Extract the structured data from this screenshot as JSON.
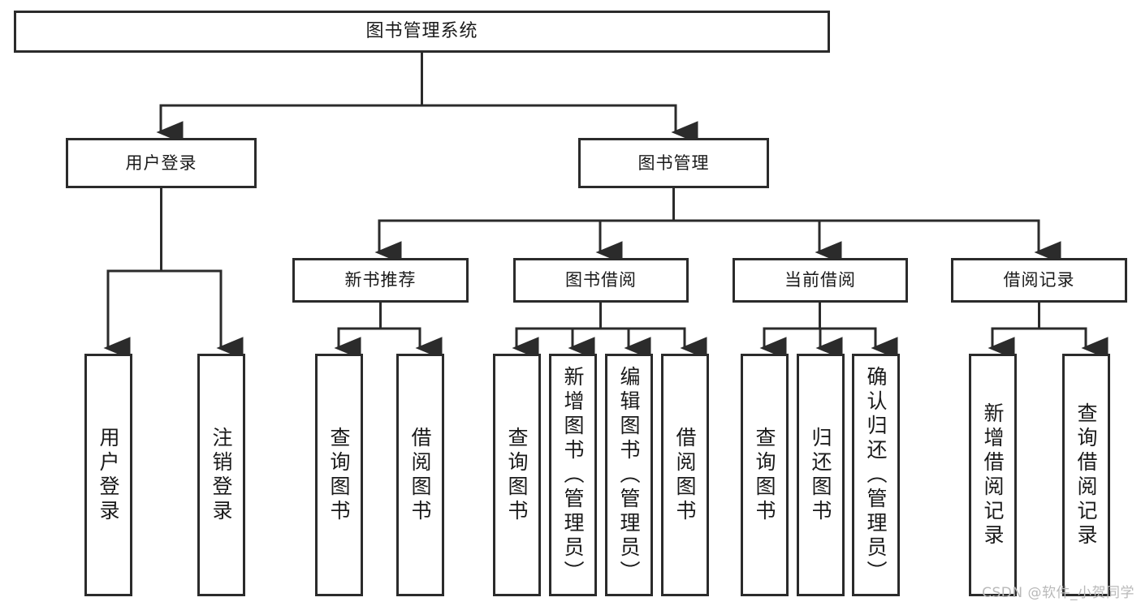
{
  "diagram": {
    "title": "图书管理系统",
    "type": "tree",
    "watermark": "CSDN @软件_小贺同学",
    "colors": {
      "box_border": "#2b2b2b",
      "box_fill": "#ffffff",
      "connector": "#2b2b2b",
      "text": "#1a1a1a",
      "watermark": "#b9b9b9"
    },
    "nodes": {
      "root": {
        "label": "图书管理系统"
      },
      "level2": [
        {
          "id": "user-login",
          "label": "用户登录"
        },
        {
          "id": "book-manage",
          "label": "图书管理"
        }
      ],
      "level3": [
        {
          "id": "new-book-recommend",
          "label": "新书推荐"
        },
        {
          "id": "book-borrow",
          "label": "图书借阅"
        },
        {
          "id": "current-borrow",
          "label": "当前借阅"
        },
        {
          "id": "borrow-record",
          "label": "借阅记录"
        }
      ],
      "leaves": {
        "user-login": [
          {
            "id": "leaf-user-login",
            "label": "用户登录"
          },
          {
            "id": "leaf-user-logout",
            "label": "注销登录"
          }
        ],
        "new-book-recommend": [
          {
            "id": "leaf-query-book-1",
            "label": "查询图书"
          },
          {
            "id": "leaf-borrow-book-1",
            "label": "借阅图书"
          }
        ],
        "book-borrow": [
          {
            "id": "leaf-query-book-2",
            "label": "查询图书"
          },
          {
            "id": "leaf-add-book",
            "label": "新增图书（管理员）"
          },
          {
            "id": "leaf-edit-book",
            "label": "编辑图书（管理员）"
          },
          {
            "id": "leaf-borrow-book-2",
            "label": "借阅图书"
          }
        ],
        "current-borrow": [
          {
            "id": "leaf-query-book-3",
            "label": "查询图书"
          },
          {
            "id": "leaf-return-book",
            "label": "归还图书"
          },
          {
            "id": "leaf-confirm-return",
            "label": "确认归还（管理员）"
          }
        ],
        "borrow-record": [
          {
            "id": "leaf-add-record",
            "label": "新增借阅记录"
          },
          {
            "id": "leaf-query-record",
            "label": "查询借阅记录"
          }
        ]
      }
    }
  }
}
